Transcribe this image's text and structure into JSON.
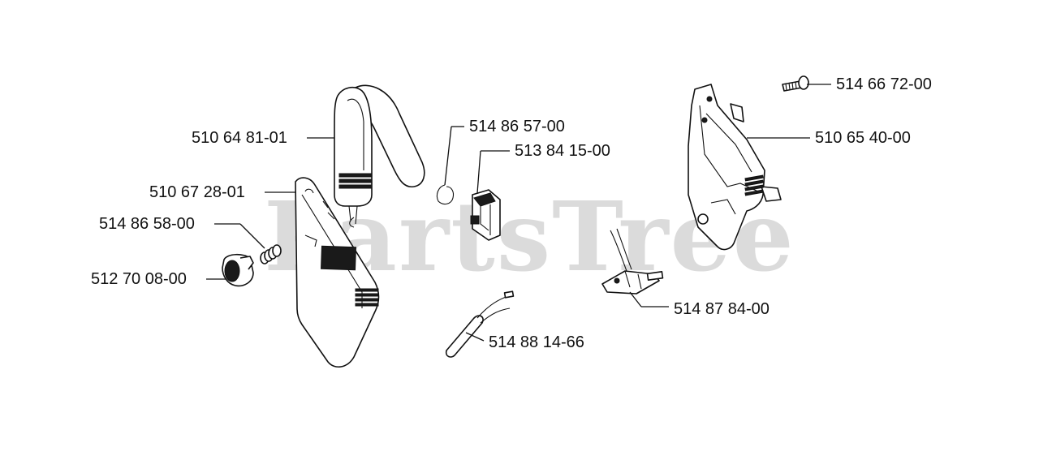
{
  "watermark": "PartsTree",
  "colors": {
    "ink": "#111111",
    "watermark": "#d8d8d8",
    "background": "#ffffff"
  },
  "parts": {
    "p1": "510 64 81-01",
    "p2": "514 86 57-00",
    "p3": "513 84 15-00",
    "p4": "510 67 28-01",
    "p5": "514 86 58-00",
    "p6": "512 70 08-00",
    "p7": "514 66 72-00",
    "p8": "510 65 40-00",
    "p9": "514 87 84-00",
    "p10": "514 88 14-66"
  }
}
